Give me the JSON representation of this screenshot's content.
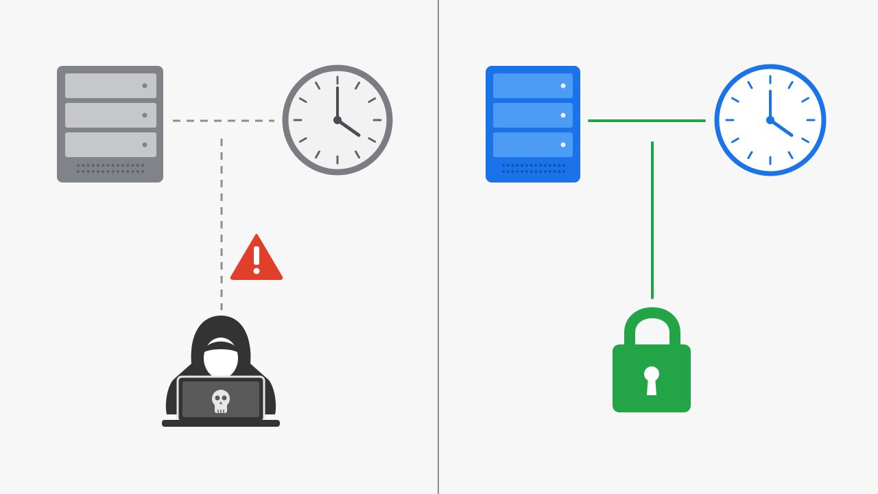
{
  "colors": {
    "background": "#f7f7f7",
    "divider": "#8a8a8a",
    "insecure_server": "#808387",
    "insecure_server_bay": "#c5c7cb",
    "insecure_clock_ring": "#7a7d82",
    "insecure_link": "#8a8d92",
    "warning": "#e0402a",
    "attacker": "#333333",
    "secure_server": "#1a73e8",
    "secure_server_bay": "#4c9cf5",
    "secure_clock_ring": "#1a73e8",
    "secure_link": "#22a447",
    "lock": "#22a447"
  },
  "icons": {
    "insecure_server": "server-icon",
    "insecure_clock": "clock-icon",
    "warning": "warning-icon",
    "attacker": "hacker-icon",
    "secure_server": "server-icon",
    "secure_clock": "clock-icon",
    "lock": "padlock-icon"
  },
  "panels": {
    "left": {
      "connection": "dashed",
      "threat": "attacker-intercept"
    },
    "right": {
      "connection": "solid",
      "protection": "locked"
    }
  }
}
